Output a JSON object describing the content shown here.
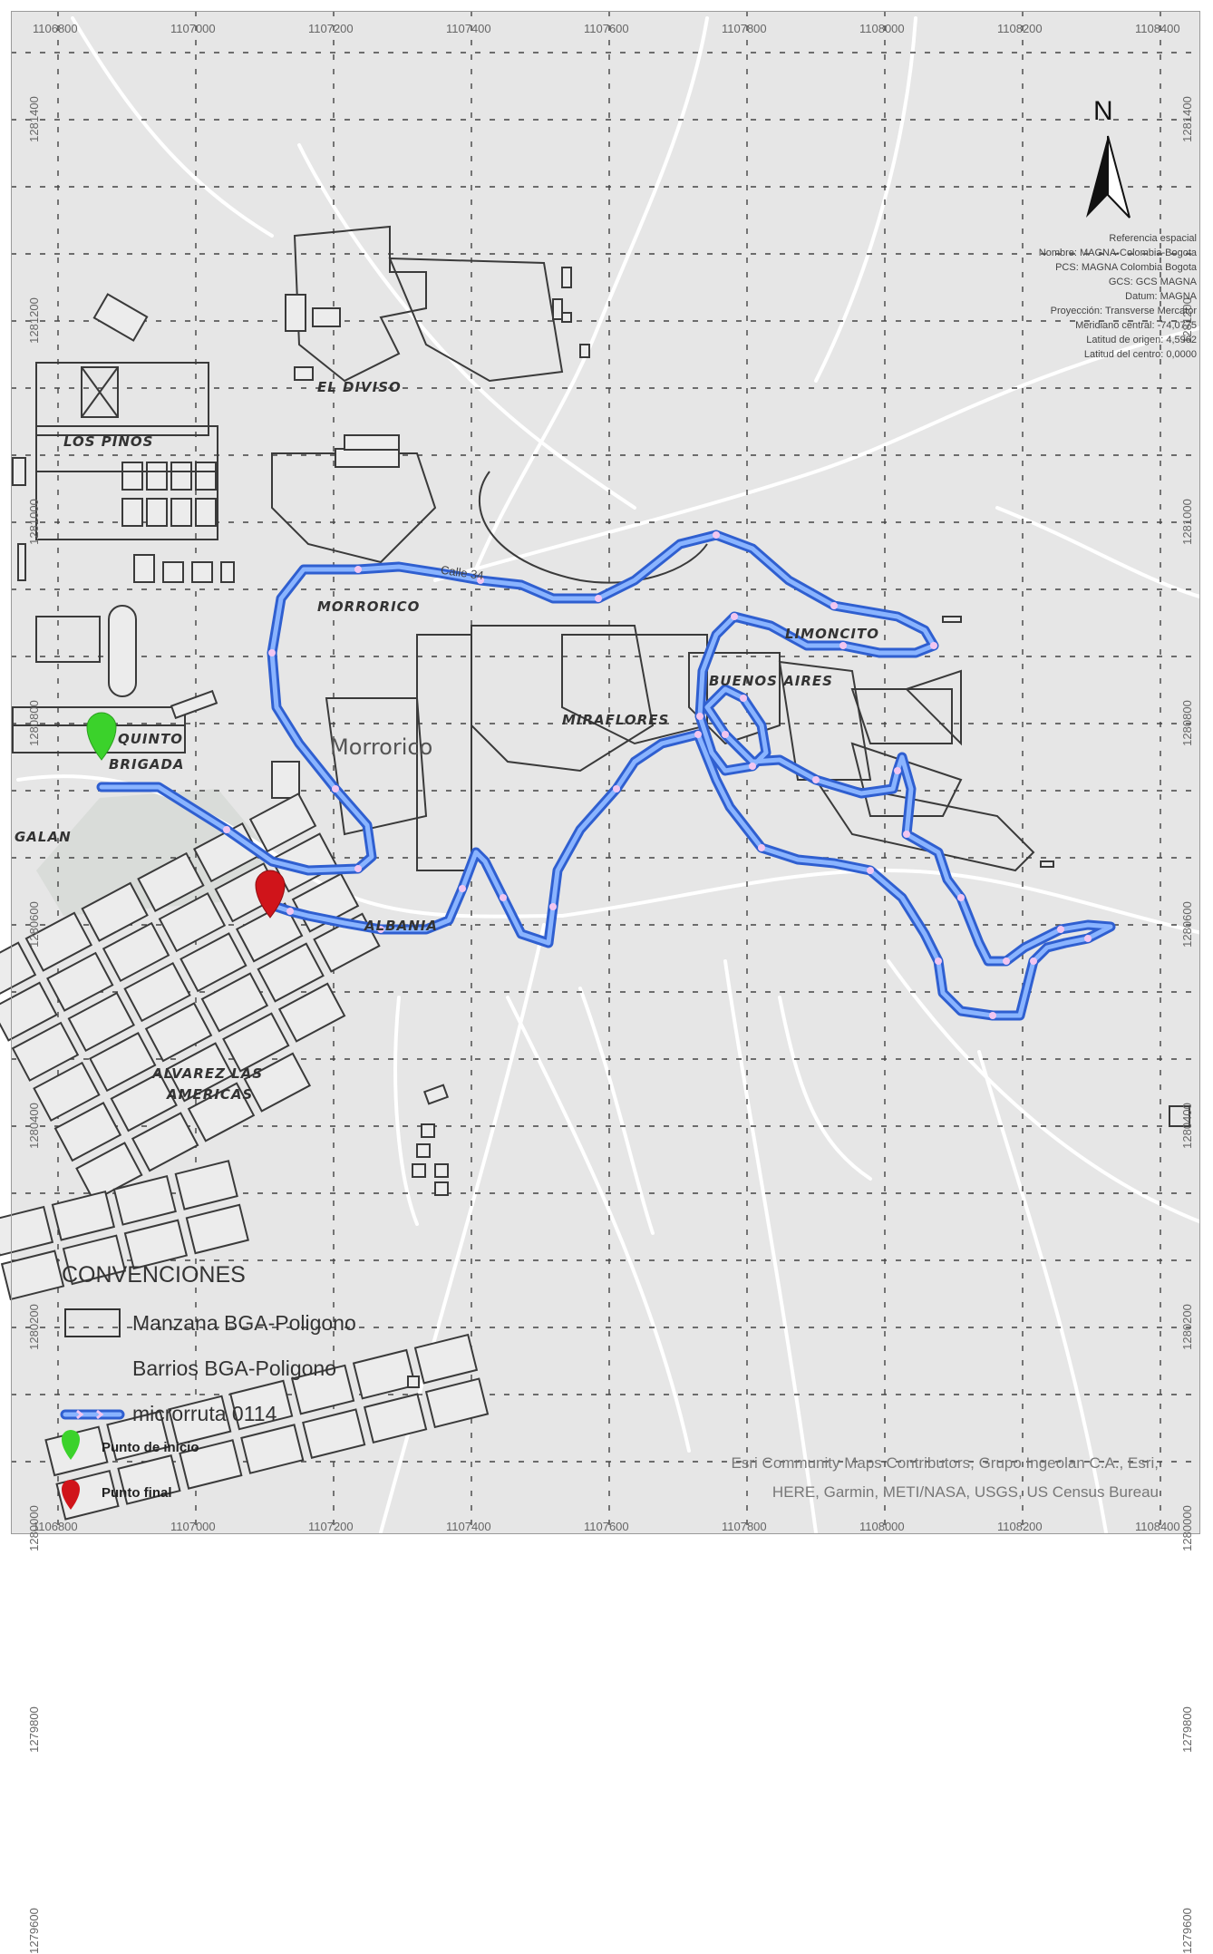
{
  "map": {
    "x_ticks": [
      "1106800",
      "1107000",
      "1107200",
      "1107400",
      "1107600",
      "1107800",
      "1108000",
      "1108200",
      "1108400"
    ],
    "y_ticks": [
      "1281400",
      "1281200",
      "1281000",
      "1280800",
      "1280600",
      "1280400",
      "1280200",
      "1280000",
      "1279800",
      "1279600"
    ],
    "north_label": "N",
    "spatial_reference": [
      "Referencia espacial",
      "Nombre: MAGNA-Colombia-Bogota",
      "PCS: MAGNA Colombia Bogota",
      "GCS: GCS MAGNA",
      "Datum: MAGNA",
      "Proyección: Transverse Mercator",
      "Meridiano central: -74,0775",
      "Latitud de origen: 4,5962",
      "Latitud del centro: 0,0000"
    ],
    "place_labels": {
      "el_diviso": "EL DIVISO",
      "los_pinos": "LOS PINOS",
      "morrorico_upper": "MORRORICO",
      "morrorico_big": "Morrorico",
      "limoncito": "LIMONCITO",
      "buenos_aires": "BUENOS AIRES",
      "miraflores": "MIRAFLORES",
      "quinta_brigada_1": "QUINTO",
      "quinta_brigada_2": "BRIGADA",
      "galan": "GALAN",
      "albania": "ALBANIA",
      "alvarez_1": "ALVAREZ  LAS",
      "alvarez_2": "AMERICAS",
      "street": "Calle 34"
    },
    "route_name": "microrruta 0114",
    "colors": {
      "route_outer": "#2f5fd0",
      "route_inner": "#8ab4ff",
      "route_marker": "#f2c6f0",
      "start_pin": "#3bd22b",
      "end_pin": "#d0141a",
      "background": "#e6e6e6"
    }
  },
  "legend": {
    "title": "CONVENCIONES",
    "items": [
      {
        "label": "Manzana BGA-Poligono",
        "icon": "block-polygon-icon"
      },
      {
        "label": "Barrios BGA-Poligono",
        "icon": "neighborhood-polygon-icon"
      },
      {
        "label": "microrruta 0114",
        "icon": "route-line-icon"
      },
      {
        "label": "Punto de inicio",
        "icon": "green-pin-icon"
      },
      {
        "label": "Punto final",
        "icon": "red-pin-icon"
      }
    ]
  },
  "attribution": [
    "Esri Community Maps Contributors, Grupo Ingeolan C.A., Esri,",
    "HERE, Garmin, METI/NASA, USGS, US Census Bureau"
  ]
}
